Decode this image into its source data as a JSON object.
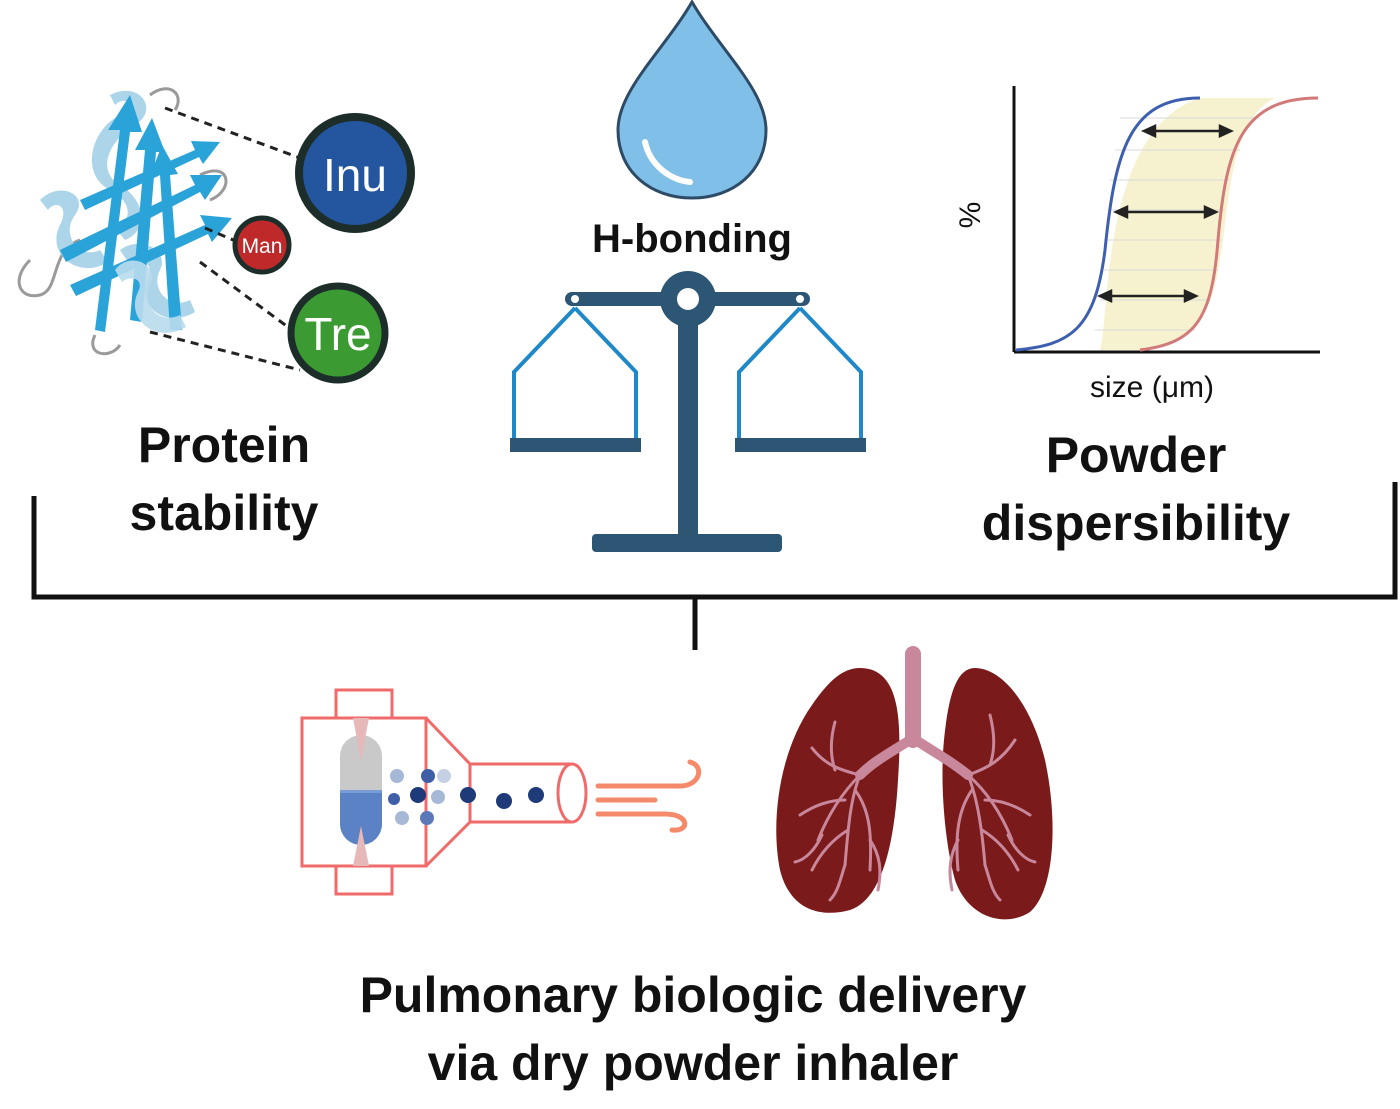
{
  "labels": {
    "protein_stability_line1": "Protein",
    "protein_stability_line2": "stability",
    "h_bonding": "H-bonding",
    "powder_line1": "Powder",
    "powder_line2": "dispersibility",
    "bottom_line1": "Pulmonary biologic delivery",
    "bottom_line2": "via dry powder inhaler"
  },
  "excipients": {
    "inu": "Inu",
    "man": "Man",
    "tre": "Tre"
  },
  "chart": {
    "ylabel": "%",
    "xlabel": "size (μm)"
  },
  "colors": {
    "inu": "#24559f",
    "man": "#c0292a",
    "tre": "#3c9a33",
    "water": "#7fbfe8",
    "scale": "#2d5674",
    "scale_pan": "#1e88c8",
    "protein": "#2aa3d9",
    "inhaler": "#f06a6a",
    "lung": "#7a1a1a",
    "airway": "#c8879a",
    "curve_blue": "#3e5fb0",
    "curve_red": "#d27a7a",
    "fill_yellow": "#f6f2cf"
  },
  "icons": [
    "protein-icon",
    "water-drop-icon",
    "balance-scale-icon",
    "inhaler-icon",
    "airflow-icon",
    "lungs-icon"
  ]
}
